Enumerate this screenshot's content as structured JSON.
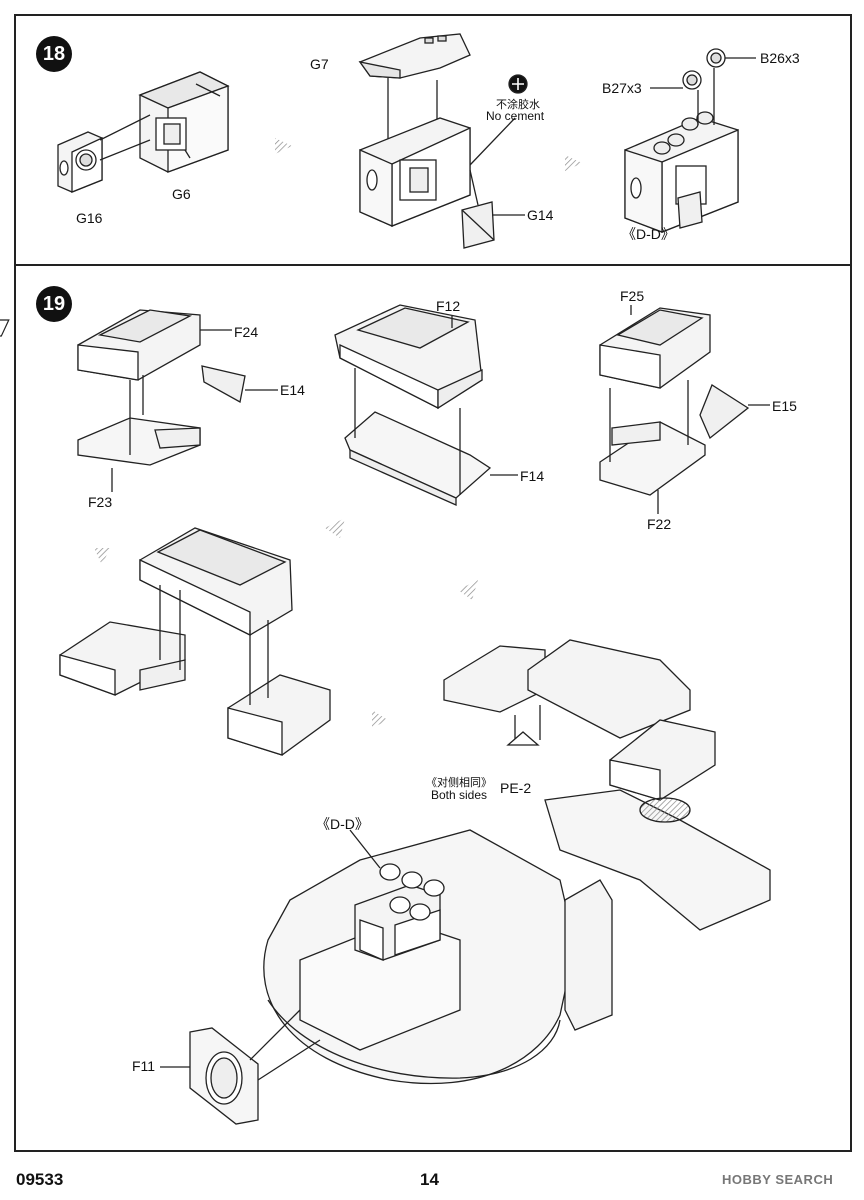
{
  "step18": {
    "number": "18",
    "labels": {
      "g7": "G7",
      "g16": "G16",
      "g6": "G6",
      "g14": "G14",
      "no_cement_cn": "不涂胶水",
      "no_cement_en": "No cement",
      "b26": "B26x3",
      "b27": "B27x3",
      "dd": "《D-D》"
    }
  },
  "step19": {
    "number": "19",
    "labels": {
      "f24": "F24",
      "e14": "E14",
      "f23": "F23",
      "f12": "F12",
      "f14": "F14",
      "f25": "F25",
      "e15": "E15",
      "f22": "F22",
      "pe2": "PE-2",
      "both_cn": "《对侧相同》",
      "both_en": "Both sides",
      "dd": "《D-D》",
      "f11": "F11"
    }
  },
  "footer": {
    "code": "09533",
    "page": "14",
    "brand": "HOBBY SEARCH"
  }
}
